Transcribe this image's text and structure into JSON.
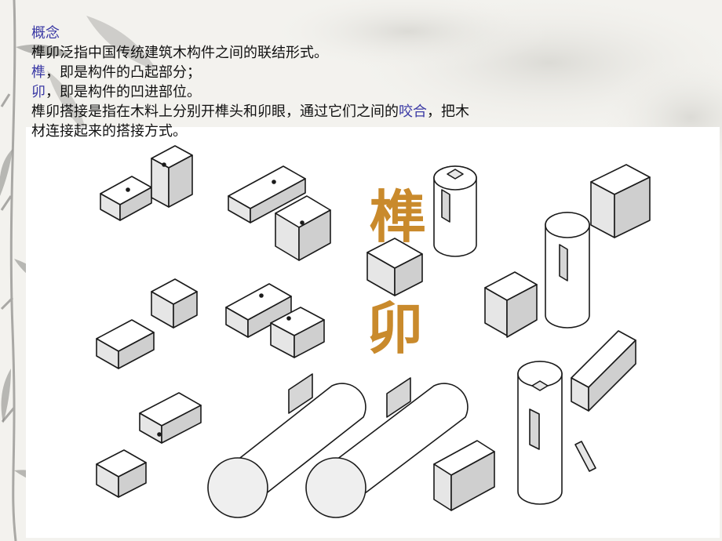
{
  "heading": "概念",
  "definition": "榫卯泛指中国传统建筑木构件之间的联结形式。",
  "sun": {
    "term": "榫",
    "desc": "，即是构件的凸起部分；"
  },
  "mao": {
    "term": "卯",
    "desc": "，即是构件的凹进部位。"
  },
  "joinery": {
    "before": "榫卯搭接是指在木料上分别开榫头和卯眼，通过它们之间的",
    "term": "咬合",
    "after": "，把木",
    "line2": "材连接起来的搭接方式。"
  },
  "figure": {
    "char_sun": "榫",
    "char_mao": "卯",
    "char_color": "#c98a2c"
  }
}
